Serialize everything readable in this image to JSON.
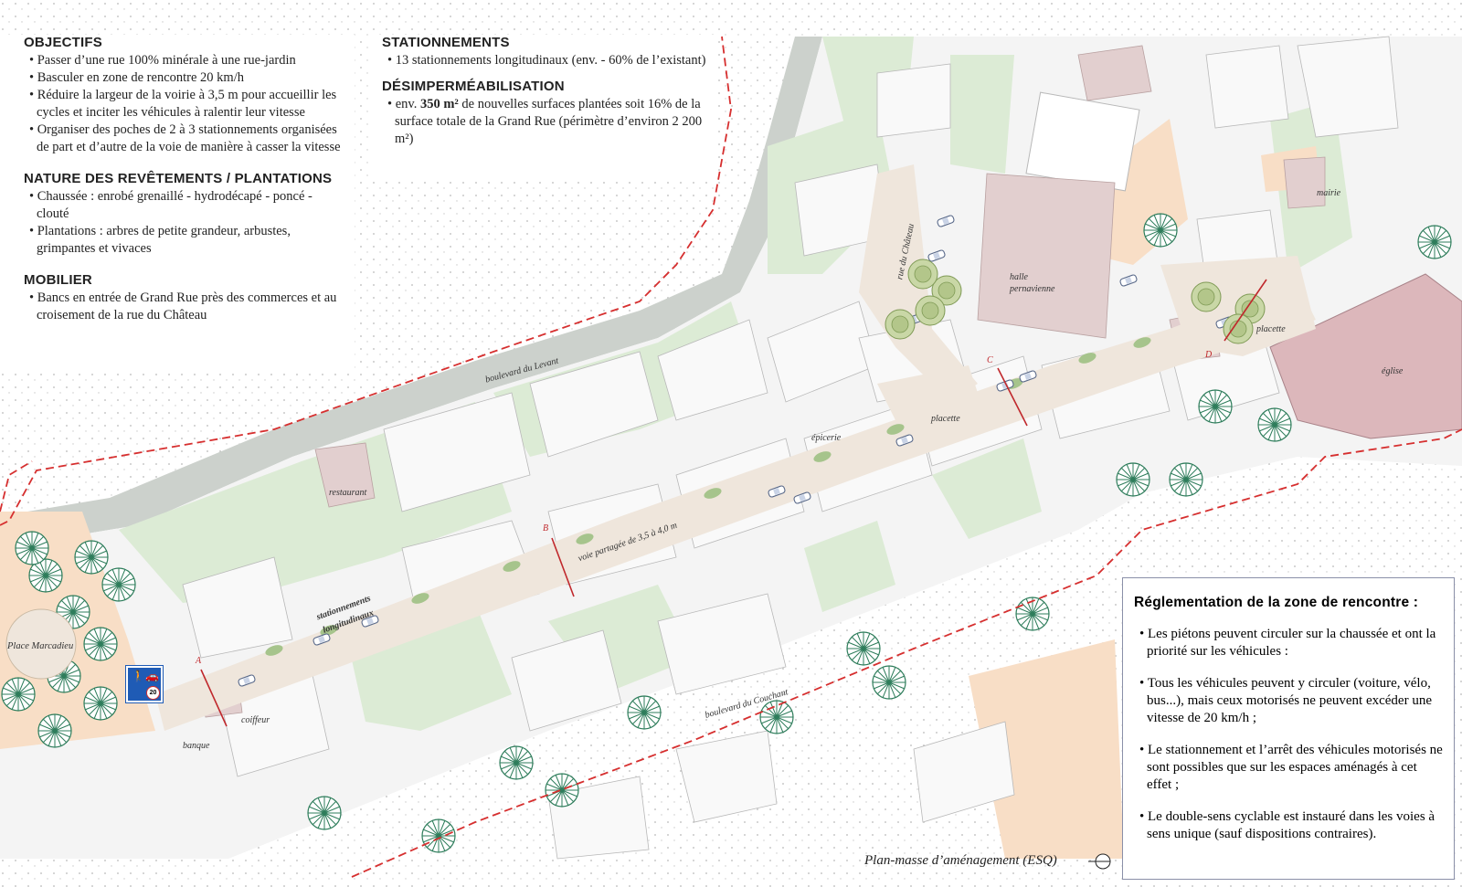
{
  "objectifs": {
    "title": "OBJECTIFS",
    "items": [
      "Passer d’une rue 100% minérale à une rue-jardin",
      "Basculer en zone de rencontre 20 km/h",
      "Réduire la largeur de la voirie à 3,5 m pour accueillir les cycles et inciter les véhicules à ralentir leur vitesse",
      "Organiser des poches de 2 à 3 stationnements organisées de part et d’autre de la voie de manière à casser la vitesse"
    ]
  },
  "revetements": {
    "title": "NATURE DES REVÊTEMENTS / PLANTATIONS",
    "items": [
      "Chaussée : enrobé grenaillé - hydrodécapé - poncé - clouté",
      "Plantations : arbres de petite grandeur, arbustes, grimpantes et vivaces"
    ]
  },
  "mobilier": {
    "title": "MOBILIER",
    "items": [
      "Bancs en entrée de Grand Rue près des commerces et au croisement de la rue du Château"
    ]
  },
  "stationnements": {
    "title": "STATIONNEMENTS",
    "items": [
      "13 stationnements longitudinaux (env. - 60% de l’existant)"
    ]
  },
  "desimper": {
    "title": "DÉSIMPERMÉABILISATION",
    "prefix": "env. ",
    "bold": "350 m²",
    "rest": " de nouvelles surfaces plantées soit 16% de la surface totale de la Grand Rue (périmètre d’environ 2 200 m²)"
  },
  "reglementation": {
    "title": "Réglementation de la zone de rencontre :",
    "items": [
      "Les piétons peuvent circuler sur la chaussée et ont la priorité sur les véhicules :",
      "Tous les véhicules peuvent y circuler (voiture, vélo, bus...), mais ceux motorisés ne peuvent excéder une vitesse de 20 km/h ;",
      "Le stationnement et l’arrêt des véhicules motorisés ne sont possibles que sur les espaces aménagés à cet effet ;",
      "Le double-sens cyclable est instauré dans les voies à sens unique (sauf dispositions contraires)."
    ]
  },
  "map_labels": {
    "boulevard_levant": "boulevard du Levant",
    "boulevard_couchant": "boulevard du Couchant",
    "rue_chateau": "rue du Château",
    "place_marcadieu": "Place Marcadieu",
    "restaurant": "restaurant",
    "epicerie": "épicerie",
    "coiffeur": "coiffeur",
    "banque": "banque",
    "halle_1": "halle",
    "halle_2": "pernavienne",
    "mairie": "mairie",
    "eglise": "église",
    "placette_1": "placette",
    "placette_2": "placette",
    "voie_partagee": "voie partagée de 3,5 à 4,0 m",
    "stationnements_1": "stationnements",
    "stationnements_2": "longitudinaux",
    "section_a": "A",
    "section_b": "B",
    "section_c": "C",
    "section_d": "D"
  },
  "caption": "Plan-masse d’aménagement (ESQ)",
  "sign_speed": "20",
  "colors": {
    "road": "#efe6dc",
    "green": "#dcebd5",
    "building": "#f2f2f2",
    "highlight_building": "#e2cfcf",
    "church": "#dcb7bb",
    "orange_area": "#f8dec6",
    "boundary": "#d62f2f",
    "section_arrow": "#c0282c",
    "tree": "#2e7d5b",
    "sign_blue": "#1f5bb5"
  }
}
